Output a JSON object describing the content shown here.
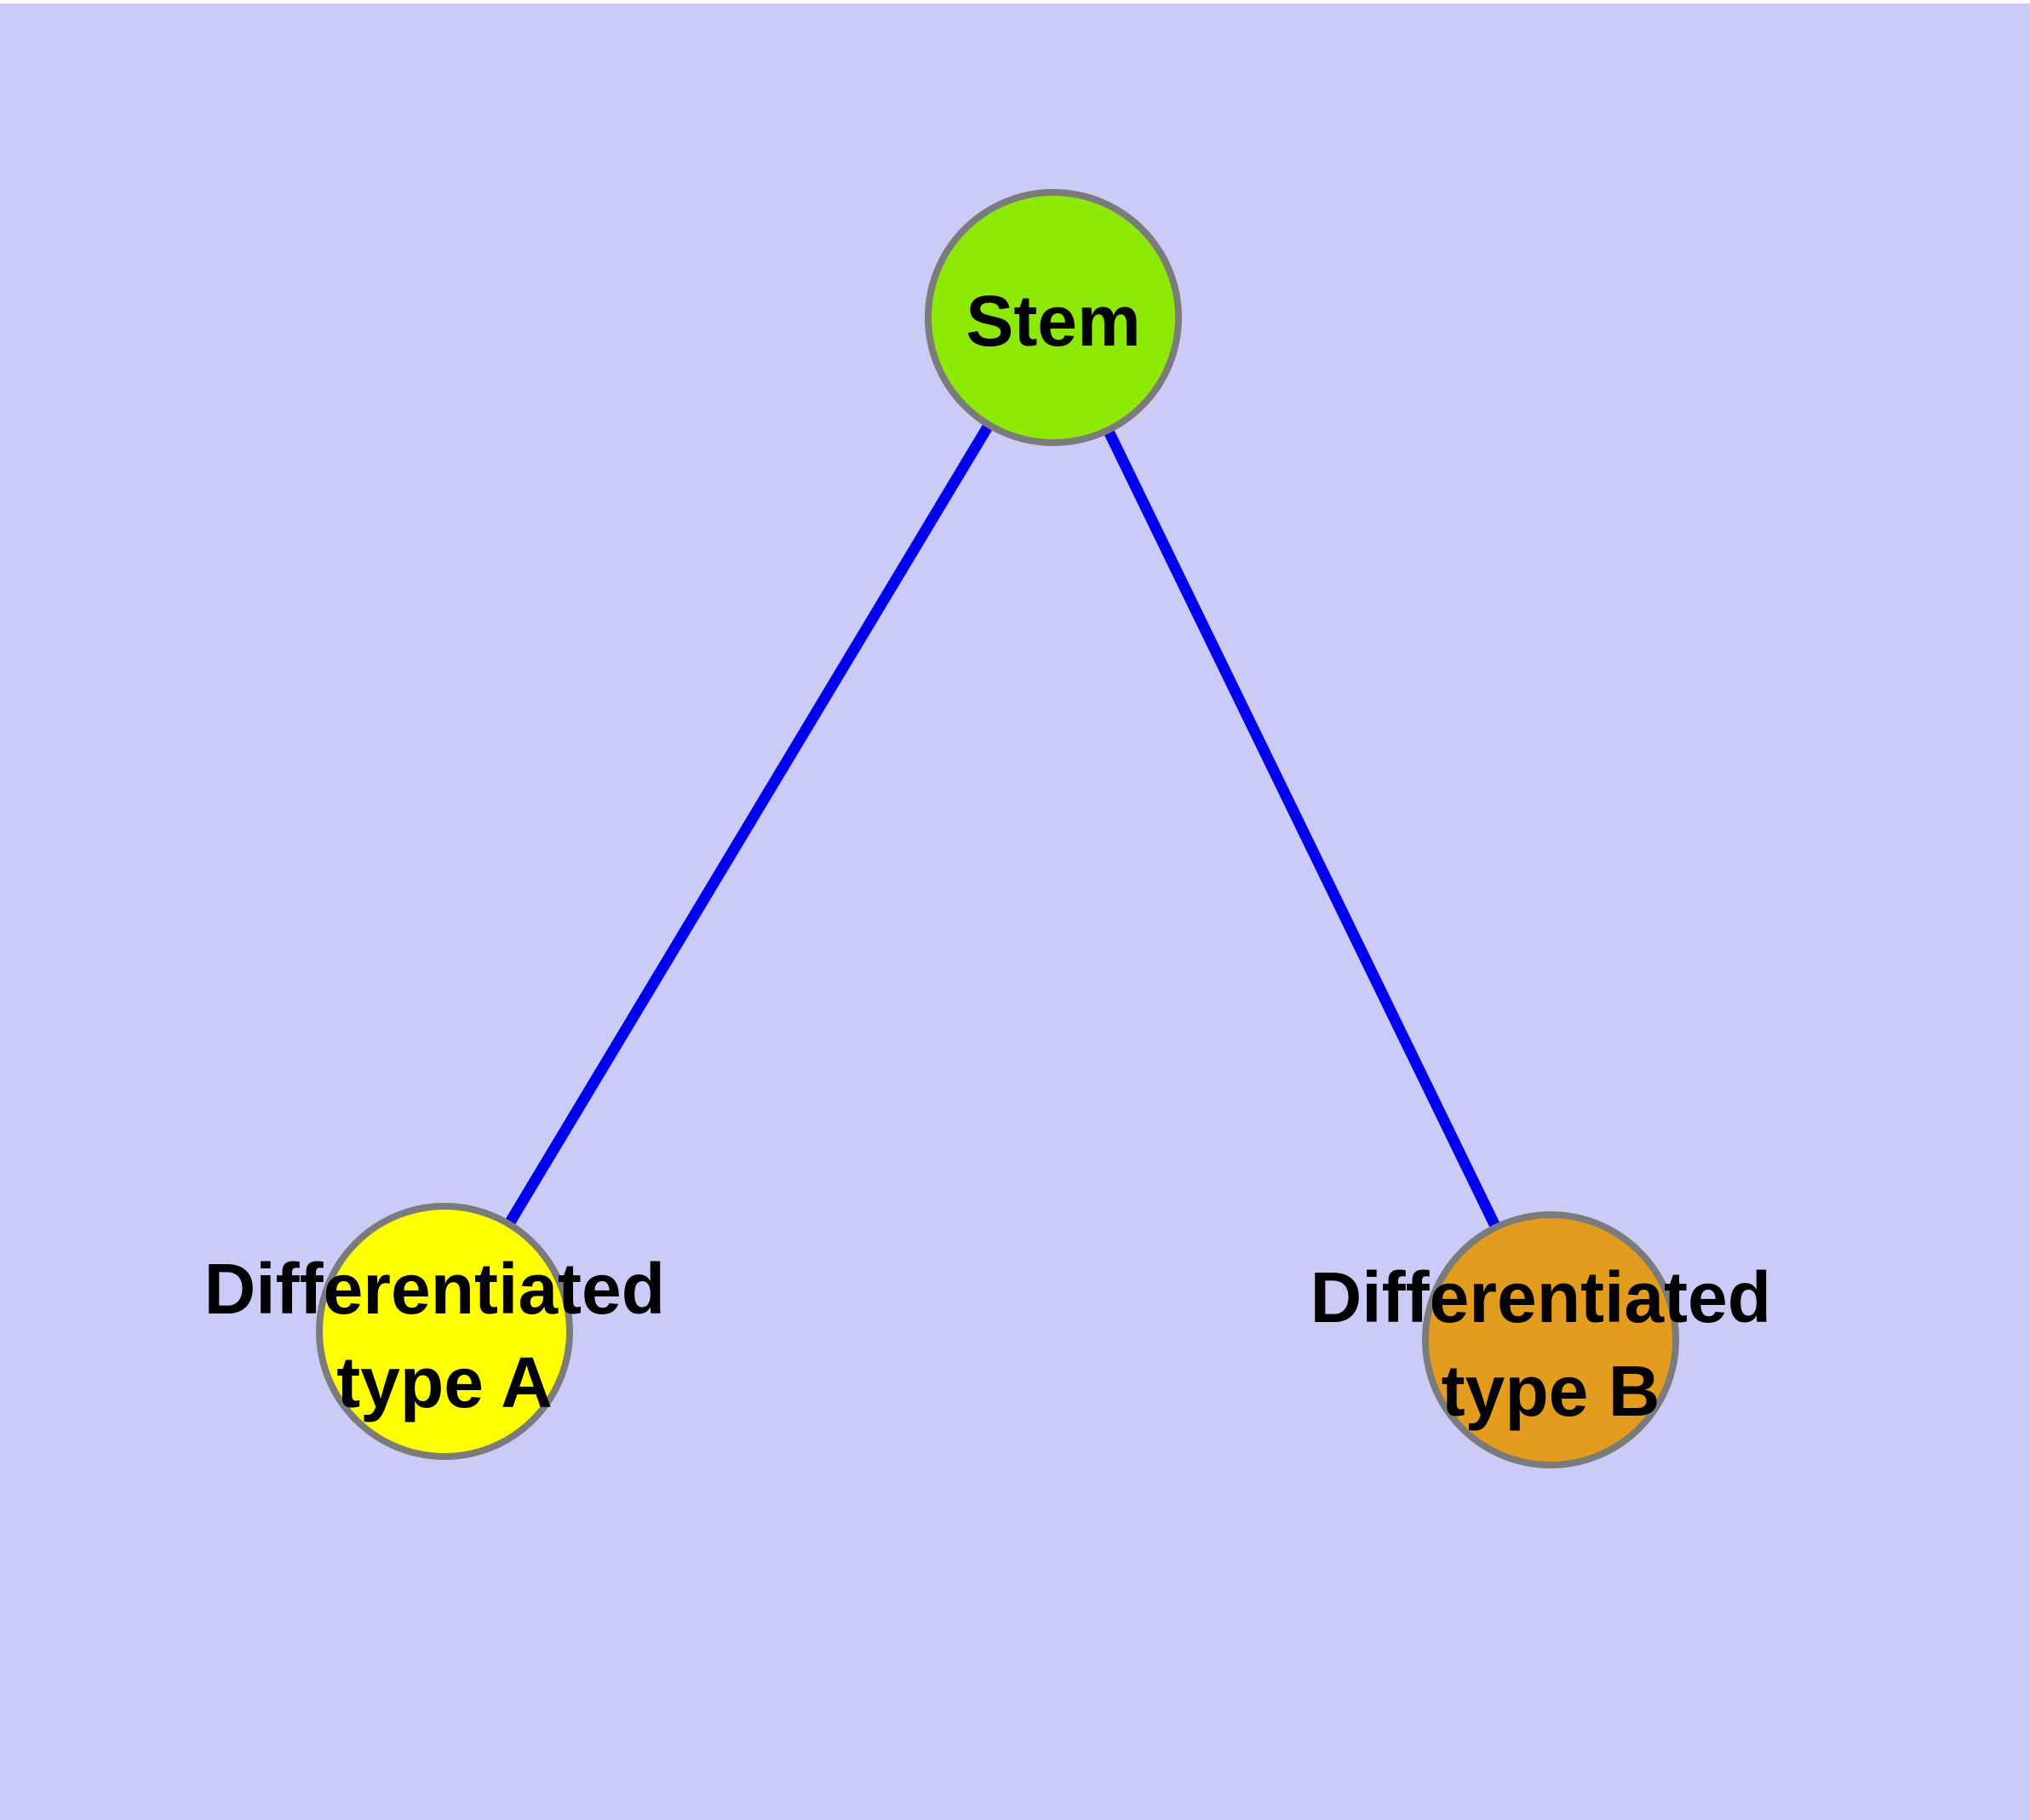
{
  "diagram": {
    "type": "graph",
    "colors": {
      "background": "#CBCBF8",
      "top_border": "#FFFFFF",
      "edge": "#0000EE",
      "node_border": "#7B7B7B",
      "label_text": "#000000"
    },
    "nodes": {
      "stem": {
        "label": "Stem",
        "color": "#8DE905"
      },
      "type_a": {
        "label": "Differentiated type A",
        "label_line1": "Differentiated",
        "label_line2": "type A",
        "color": "#FFFF00"
      },
      "type_b": {
        "label": "Differentiated type B",
        "label_line1": "Differentiated",
        "label_line2": "type B",
        "color": "#E39C1E"
      }
    },
    "edges": [
      {
        "from": "Stem",
        "to": "Differentiated type A"
      },
      {
        "from": "Stem",
        "to": "Differentiated type B"
      }
    ]
  }
}
